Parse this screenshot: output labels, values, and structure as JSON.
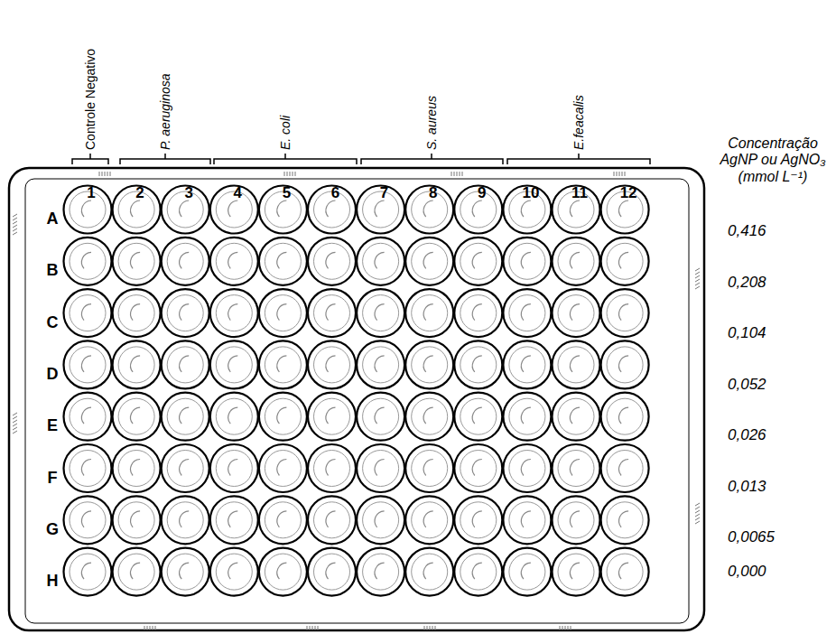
{
  "diagram": {
    "labels": [
      "Controle Negativo",
      "P. aeruginosa",
      "E. coli",
      "S. aureus",
      "E.feacalis",
      "1",
      "2",
      "3",
      "4",
      "5",
      "6",
      "7",
      "8",
      "9",
      "10",
      "11",
      "12",
      "A",
      "B",
      "C",
      "D",
      "E",
      "F",
      "G",
      "H",
      "Concentração AgNP ou AgNO₃ (mmol L⁻¹)",
      "0,416",
      "0,208",
      "0,104",
      "0,052",
      "0,026",
      "0,013",
      "0,0065",
      "0,000"
    ]
  }
}
